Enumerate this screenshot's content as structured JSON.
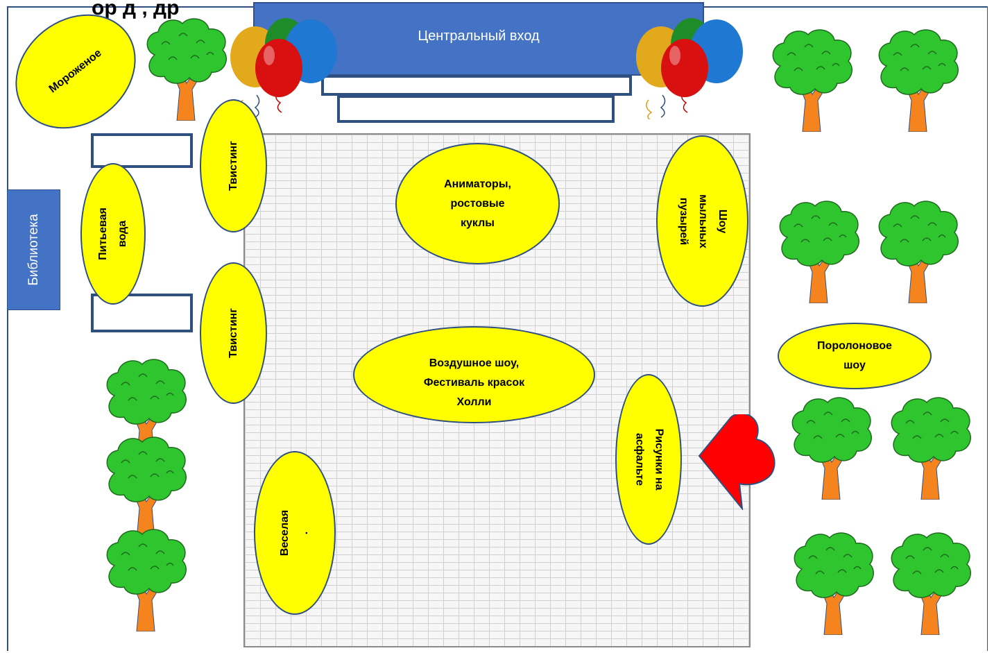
{
  "title_partial": "ор д   ,       др  ",
  "entrance": {
    "label": "Центральный вход"
  },
  "library": {
    "label": "Библиотека"
  },
  "zones": {
    "ice_cream": "Мороженое",
    "twisting_1": "Твистинг",
    "twisting_2": "Твистинг",
    "drinking_water": "Питьевая\nвода",
    "animators": "Аниматоры,\nростовые\nкуклы",
    "bubble_show": "Шоу\nмыльных\nпузырей",
    "foam_show": "Поролоновое\nшоу",
    "air_show": "Воздушное шоу,\nФестиваль красок\nХолли",
    "asphalt_drawings": "Рисунки на\nасфальте",
    "fun": "Веселая\n."
  },
  "colors": {
    "zone_fill": "#ffff00",
    "zone_border": "#2f4f80",
    "entrance": "#4472c4",
    "tree_crown": "#2ec52e",
    "tree_trunk": "#f5841f",
    "heart": "#ff0000"
  },
  "icons": [
    "tree-icon",
    "balloons-icon",
    "heart-icon"
  ]
}
